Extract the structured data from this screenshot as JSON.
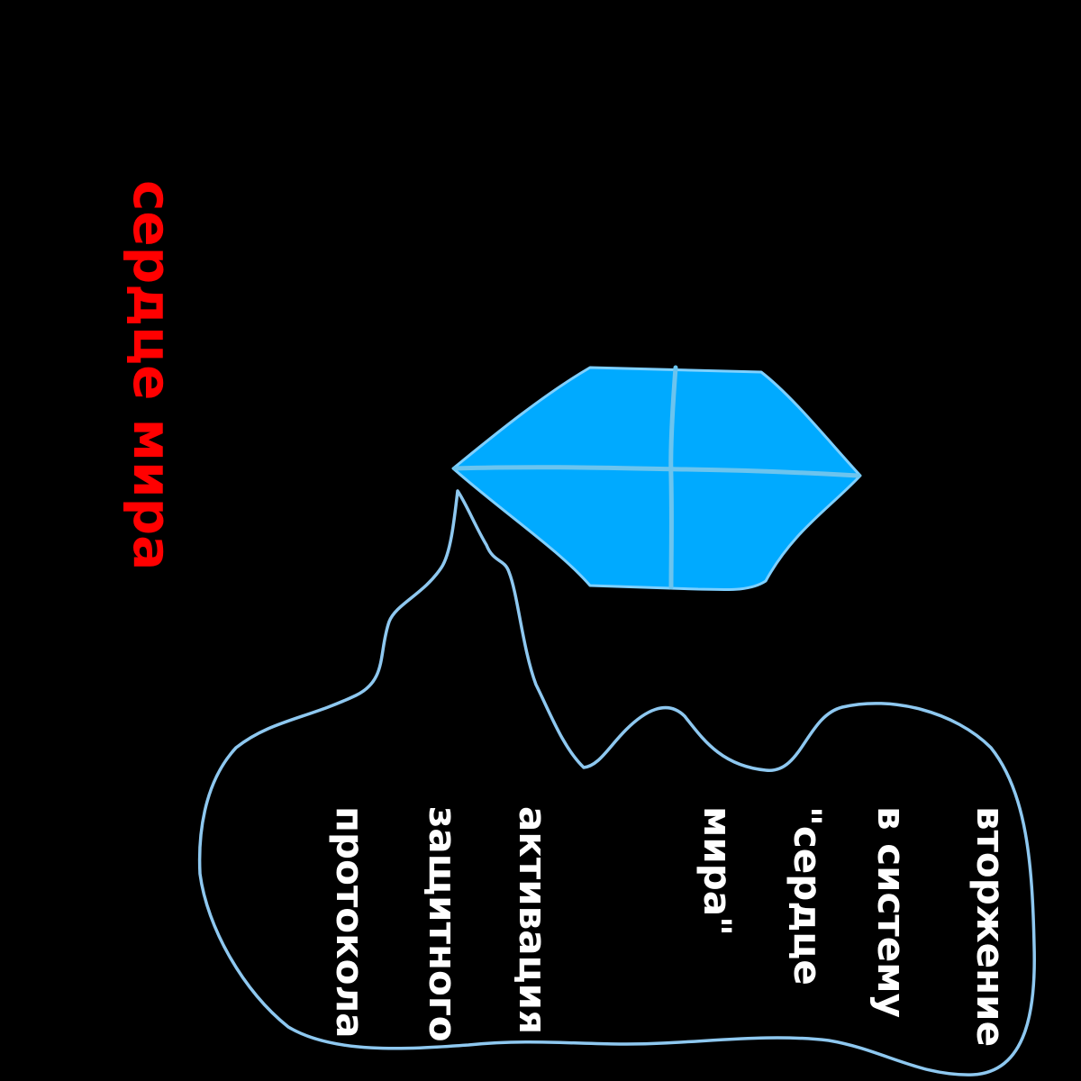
{
  "title": "сердце мира",
  "colors": {
    "background": "#000000",
    "title": "#ff0000",
    "gem_fill": "#00aaff",
    "gem_outline": "#7fd0ff",
    "bubble_outline": "#8ec8f0",
    "text": "#ffffff"
  },
  "bubble_lines": [
    "вторжение",
    "в систему",
    "\"сердце",
    "мира\"",
    "",
    "активация",
    "защитного",
    "протокола"
  ]
}
